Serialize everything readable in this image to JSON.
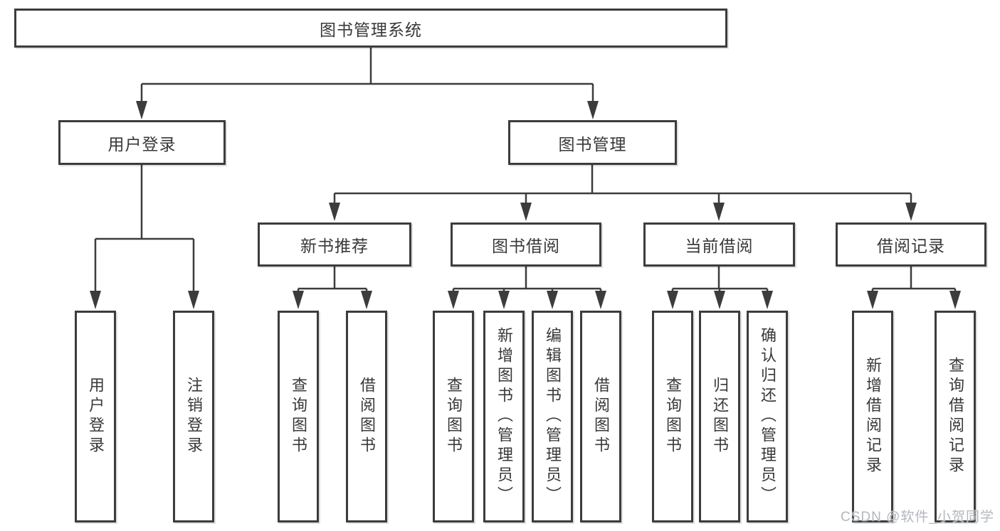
{
  "colors": {
    "line": "#3c3c3c",
    "text": "#383838",
    "watermark": "#b3b7bc"
  },
  "watermark": {
    "text": "CSDN @软件_小贺同学"
  },
  "tree": {
    "label": "图书管理系统",
    "children": [
      {
        "label": "用户登录",
        "children": [
          {
            "label": "用户登录"
          },
          {
            "label": "注销登录"
          }
        ]
      },
      {
        "label": "图书管理",
        "children": [
          {
            "label": "新书推荐",
            "children": [
              {
                "label": "查询图书"
              },
              {
                "label": "借阅图书"
              }
            ]
          },
          {
            "label": "图书借阅",
            "children": [
              {
                "label": "查询图书"
              },
              {
                "label": "新增图书（管理员）"
              },
              {
                "label": "编辑图书（管理员）"
              },
              {
                "label": "借阅图书"
              }
            ]
          },
          {
            "label": "当前借阅",
            "children": [
              {
                "label": "查询图书"
              },
              {
                "label": "归还图书"
              },
              {
                "label": "确认归还（管理员）"
              }
            ]
          },
          {
            "label": "借阅记录",
            "children": [
              {
                "label": "新增借阅记录"
              },
              {
                "label": "查询借阅记录"
              }
            ]
          }
        ]
      }
    ]
  }
}
